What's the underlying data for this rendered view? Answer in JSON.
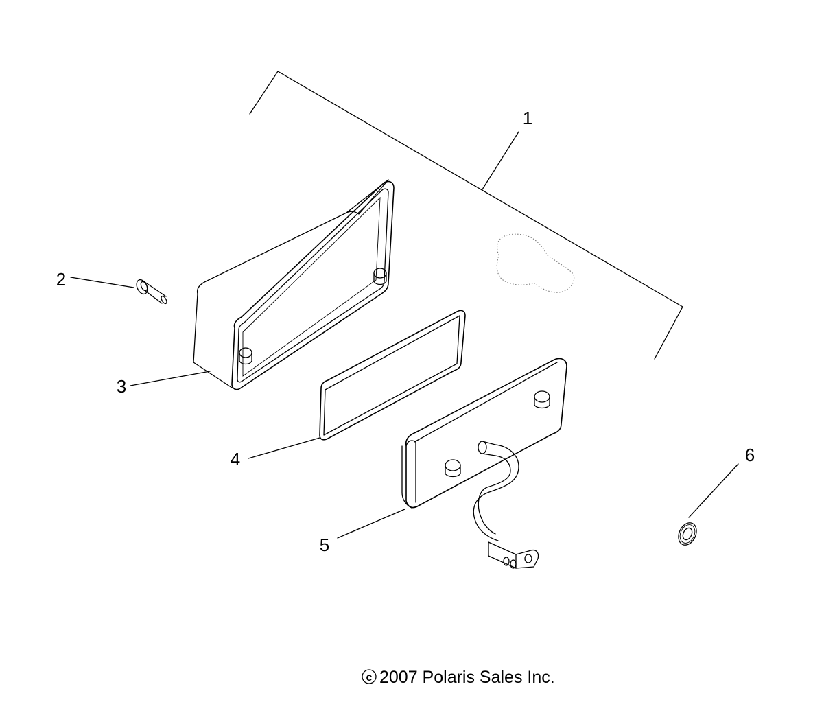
{
  "callouts": {
    "c1": "1",
    "c2": "2",
    "c3": "3",
    "c4": "4",
    "c5": "5",
    "c6": "6"
  },
  "footer": {
    "copyright_symbol": "c",
    "text": "2007 Polaris Sales Inc."
  }
}
